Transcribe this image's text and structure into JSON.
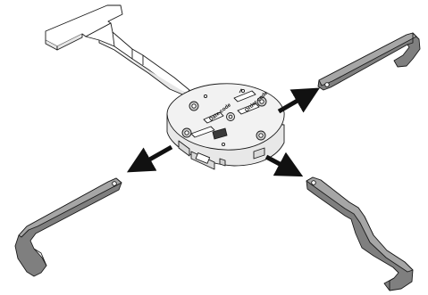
{
  "figure": {
    "hub_labels": [
      "Date code",
      "Order code"
    ],
    "parts": [
      "hub",
      "handle",
      "arm-upper-right",
      "arm-lower-right",
      "arm-lower-left"
    ],
    "arrows": [
      "arrow-to-upper-right",
      "arrow-to-lower-right",
      "arrow-to-lower-left"
    ],
    "colors": {
      "outline": "#1a1a1a",
      "arm_fill": "#7f7f7f",
      "arm_top": "#a6a6a6",
      "hub_fill": "#f2f2f2",
      "handle_fill": "#ffffff",
      "arrow": "#111111",
      "background": "#ffffff"
    }
  }
}
